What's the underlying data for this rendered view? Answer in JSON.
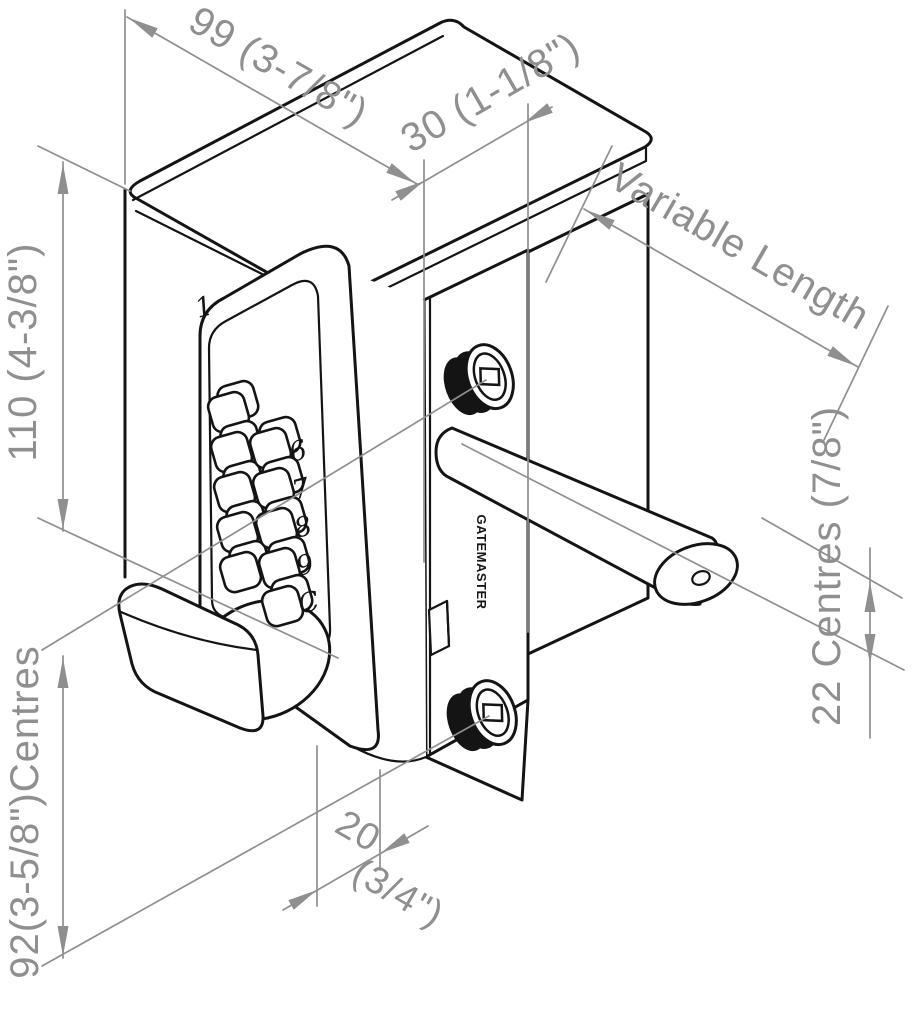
{
  "drawing": {
    "title": "Digital keypad gate lock - isometric dimensioned drawing",
    "brand": "GATEMASTER",
    "dimensions": {
      "plate_width": "99 (3-7/8\")",
      "body_depth": "30 (1-1/8\")",
      "variable_length": "Variable Length",
      "plate_height": "110 (4-3/8\")",
      "fixing_centres": "92(3-5/8\")Centres",
      "latch_centres": "22 Centres (7/8\")",
      "offset_mm": "20",
      "offset_in": "(3/4\")"
    },
    "keypad": {
      "d1": "1",
      "d6": "6",
      "d7": "7",
      "d8": "8",
      "d9": "9",
      "dc": "C"
    },
    "colors": {
      "line": "#141414",
      "dimension": "#8f8f8f",
      "background": "#ffffff"
    }
  }
}
